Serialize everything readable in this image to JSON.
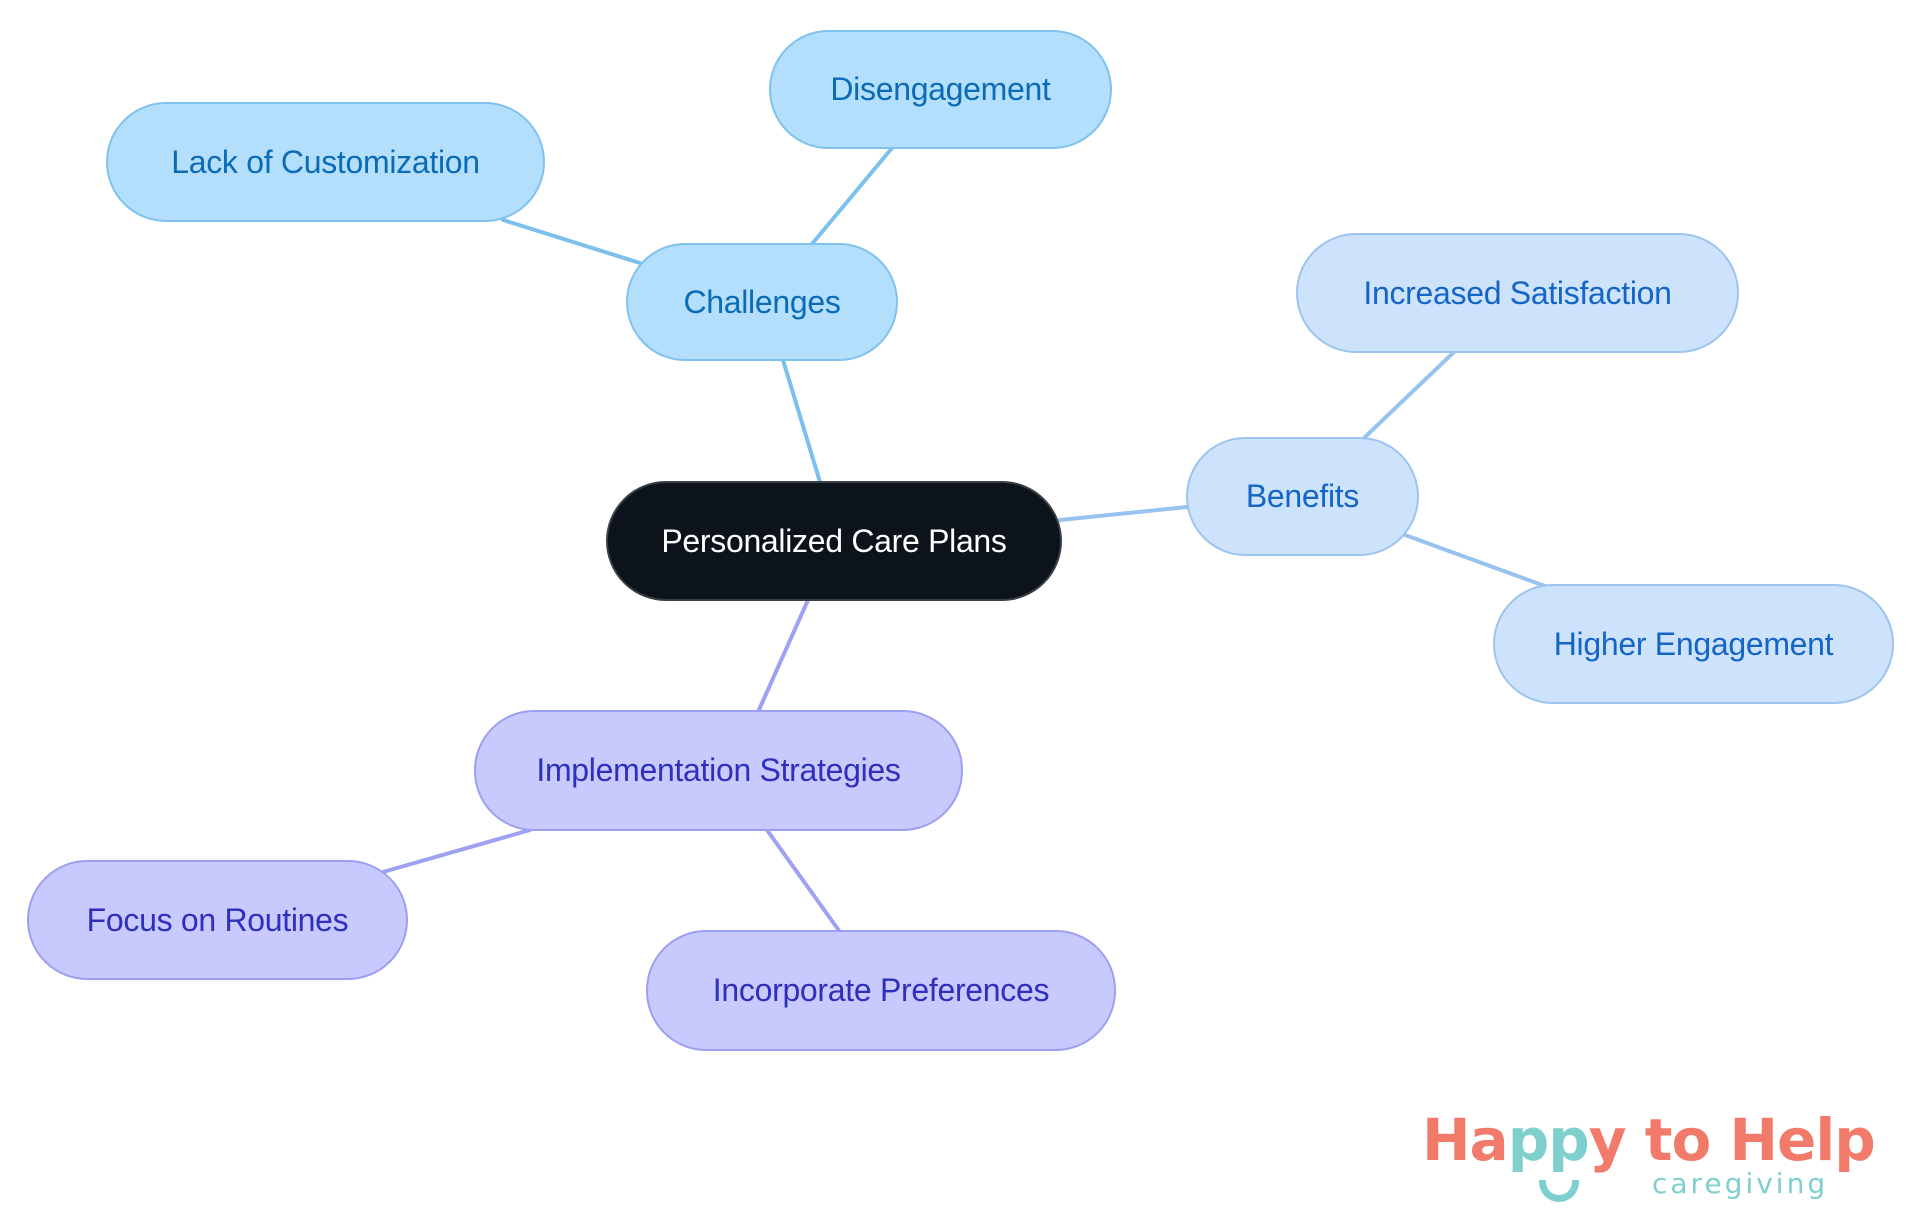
{
  "diagram": {
    "type": "mind-map",
    "root": {
      "label": "Personalized Care Plans",
      "color": "#0d131b",
      "text_color": "#ffffff"
    },
    "branches": [
      {
        "label": "Challenges",
        "fill": "#b3dffd",
        "stroke": "#80c2ee",
        "edge_color": "#7cc0ee",
        "text_color": "#0b6bb4",
        "children": [
          {
            "label": "Lack of Customization"
          },
          {
            "label": "Disengagement"
          }
        ]
      },
      {
        "label": "Benefits",
        "fill": "#cde3fb",
        "stroke": "#9cc4ef",
        "edge_color": "#98c2f0",
        "text_color": "#1565c7",
        "children": [
          {
            "label": "Increased Satisfaction"
          },
          {
            "label": "Higher Engagement"
          }
        ]
      },
      {
        "label": "Implementation Strategies",
        "fill": "#c8c9fc",
        "stroke": "#9d9ff0",
        "edge_color": "#9fa2f2",
        "text_color": "#2f2fbd",
        "children": [
          {
            "label": "Focus on Routines"
          },
          {
            "label": "Incorporate Preferences"
          }
        ]
      }
    ]
  },
  "logo": {
    "part1": "Ha",
    "part2": "pp",
    "part3": "y to Help",
    "subtitle": "caregiving",
    "primary_color": "#f27a6b",
    "accent_color": "#7fcfcf"
  }
}
